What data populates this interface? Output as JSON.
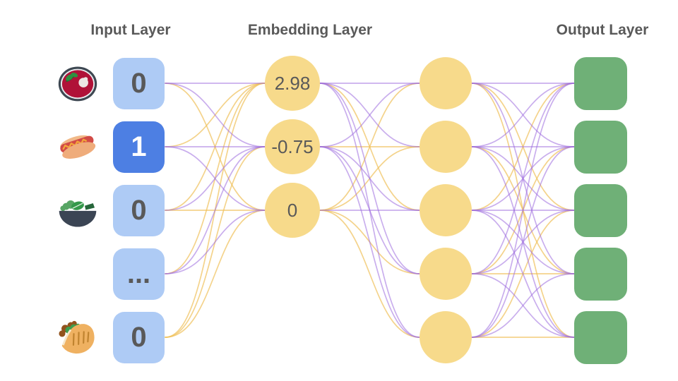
{
  "titles": {
    "input": "Input Layer",
    "embedding": "Embedding Layer",
    "output": "Output Layer"
  },
  "input_layer": {
    "nodes": [
      {
        "icon": "soup-bowl-icon",
        "value": "0",
        "state": "default"
      },
      {
        "icon": "hot-dog-icon",
        "value": "1",
        "state": "active"
      },
      {
        "icon": "salad-icon",
        "value": "0",
        "state": "default"
      },
      {
        "icon": "none",
        "value": "...",
        "state": "default"
      },
      {
        "icon": "pita-icon",
        "value": "0",
        "state": "default"
      }
    ]
  },
  "embedding_layer": {
    "nodes": [
      {
        "value": "2.98"
      },
      {
        "value": "-0.75"
      },
      {
        "value": "0"
      }
    ]
  },
  "hidden_layer": {
    "node_count": 5
  },
  "output_layer": {
    "node_count": 5
  },
  "colors": {
    "edge_purple": "#9c6cdf",
    "edge_yellow": "#f0c05a",
    "input_default": "#aecbf5",
    "input_active": "#4d7fe3",
    "node_yellow": "#f7da8b",
    "output_green": "#6fb077",
    "text": "#595959"
  },
  "edges": {
    "input_to_embedding": [
      [
        "P",
        "P",
        "Y"
      ],
      [
        "Y",
        "P",
        "P"
      ],
      [
        "Y",
        "P",
        "Y"
      ],
      [
        "Y",
        "P",
        "P"
      ],
      [
        "Y",
        "Y",
        "Y"
      ]
    ],
    "embedding_to_hidden": [
      [
        "P",
        "P",
        "Y",
        "P",
        "P"
      ],
      [
        "P",
        "Y",
        "P",
        "P",
        "P"
      ],
      [
        "Y",
        "Y",
        "P",
        "Y",
        "Y"
      ]
    ],
    "hidden_to_output": [
      [
        "P",
        "P",
        "Y",
        "P",
        "Y"
      ],
      [
        "P",
        "P",
        "P",
        "Y",
        "P"
      ],
      [
        "Y",
        "P",
        "P",
        "P",
        "P"
      ],
      [
        "P",
        "Y",
        "P",
        "Y",
        "P"
      ],
      [
        "P",
        "P",
        "Y",
        "P",
        "Y"
      ]
    ]
  }
}
